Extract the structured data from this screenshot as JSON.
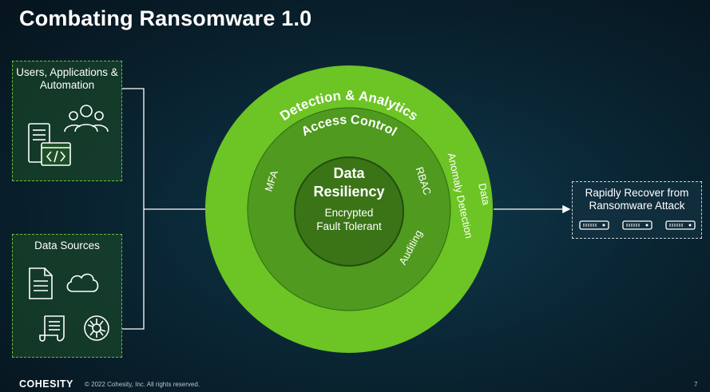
{
  "title": "Combating Ransomware 1.0",
  "left_boxes": {
    "users_label": "Users, Applications & Automation",
    "data_label": "Data Sources"
  },
  "rings": {
    "outer": "Detection & Analytics",
    "outer_side_line1": "Data",
    "outer_side_line2": "Anomaly Detection",
    "middle": "Access Control",
    "mfa": "MFA",
    "rbac": "RBAC",
    "auditing": "Auditing",
    "core_line1": "Data",
    "core_line2": "Resiliency",
    "core_sub1": "Encrypted",
    "core_sub2": "Fault Tolerant"
  },
  "recover_box": {
    "label": "Rapidly Recover from Ransomware Attack"
  },
  "footer": {
    "logo": "COHESITY",
    "copyright": "© 2022 Cohesity, Inc. All rights reserved.",
    "page": "7"
  },
  "colors": {
    "outer_ring": "#6cc425",
    "middle_ring": "#4f9a1f",
    "core": "#3b7417",
    "box_border": "#6cbf3a"
  }
}
